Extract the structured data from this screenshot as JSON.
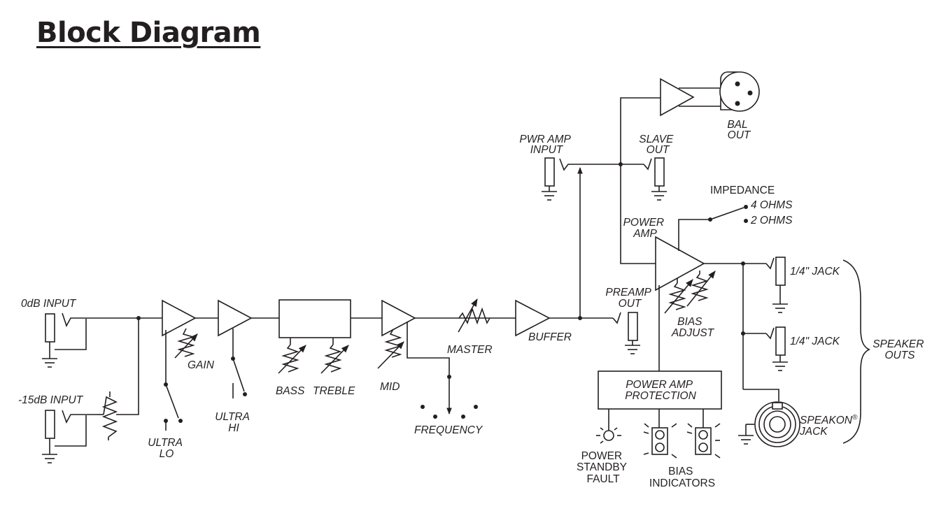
{
  "page": {
    "title": "Block Diagram"
  },
  "labels": {
    "input_0db": "0dB INPUT",
    "input_15db": "-15dB INPUT",
    "gain": "GAIN",
    "ultra_lo": [
      "ULTRA",
      "LO"
    ],
    "ultra_hi": [
      "ULTRA",
      "HI"
    ],
    "bass": "BASS",
    "treble": "TREBLE",
    "mid": "MID",
    "frequency": "FREQUENCY",
    "master": "MASTER",
    "buffer": "BUFFER",
    "preamp_out": [
      "PREAMP",
      "OUT"
    ],
    "pwr_amp_input": [
      "PWR AMP",
      "INPUT"
    ],
    "slave_out": [
      "SLAVE",
      "OUT"
    ],
    "bal_out": [
      "BAL",
      "OUT"
    ],
    "impedance": "IMPEDANCE",
    "ohms_4": "4 OHMS",
    "ohms_2": "2 OHMS",
    "power_amp": [
      "POWER",
      "AMP"
    ],
    "bias_adjust": [
      "BIAS",
      "ADJUST"
    ],
    "jack_1": "1/4\" JACK",
    "jack_2": "1/4\" JACK",
    "speaker_outs": [
      "SPEAKER",
      "OUTS"
    ],
    "speakon_jack": [
      "SPEAKON",
      "®",
      "JACK"
    ],
    "power_amp_protection": [
      "POWER AMP",
      "PROTECTION"
    ],
    "power_standby_fault": [
      "POWER",
      "STANDBY",
      "FAULT"
    ],
    "bias_indicators": [
      "BIAS",
      "INDICATORS"
    ]
  }
}
